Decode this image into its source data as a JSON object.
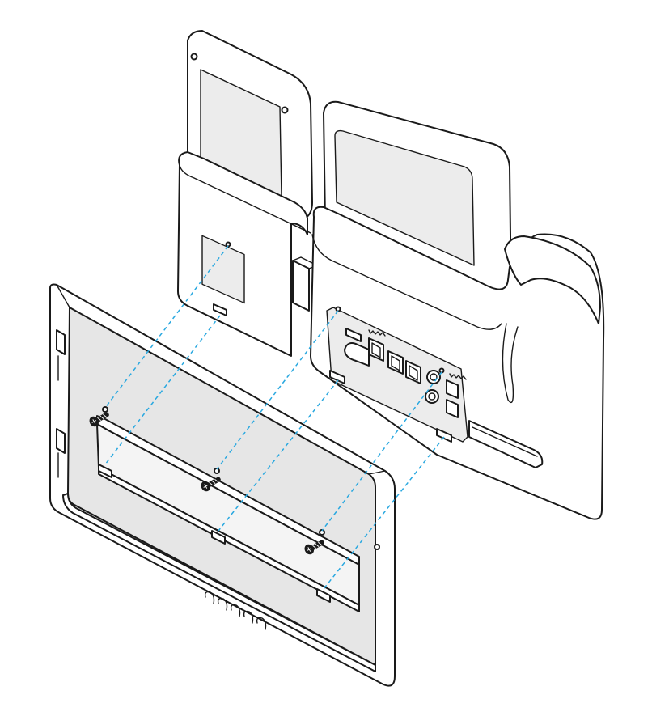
{
  "figure": {
    "description_visible_text": "",
    "colors": {
      "outline": "#1a1a1a",
      "panel_fill": "#e6e6e6",
      "guide_line": "#29a8e0",
      "background": "#ffffff"
    },
    "icons": [
      "desk-phone-back",
      "wall-mount-bracket",
      "screw-icon",
      "dashed-alignment-guide"
    ],
    "parts": {
      "screw_count": 3,
      "alignment_guide_count": 6,
      "bracket_tab_count": 3
    }
  }
}
